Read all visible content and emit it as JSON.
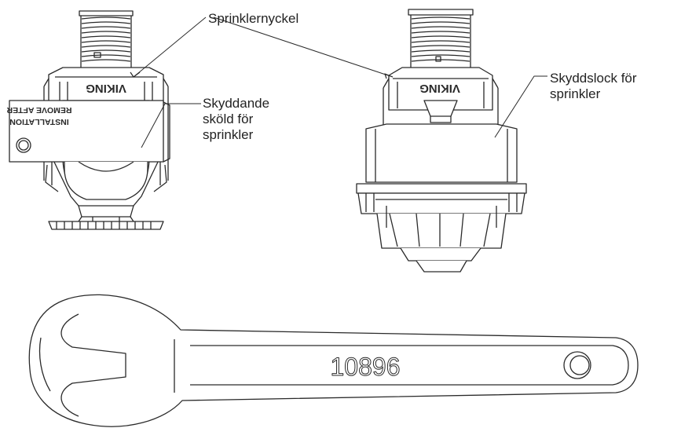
{
  "labels": {
    "wrench": "Sprinklernyckel",
    "shield": "Skyddande\nsköld för\nsprinkler",
    "cap": "Skyddslock för\nsprinkler"
  },
  "markings": {
    "brand": "VIKING",
    "tag_line1": "REMOVE AFTER",
    "tag_line2": "INSTALLATION",
    "wrench_number": "10896"
  },
  "colors": {
    "line": "#2a2a2a",
    "fill": "#ffffff",
    "shade": "#f2f2f2"
  }
}
